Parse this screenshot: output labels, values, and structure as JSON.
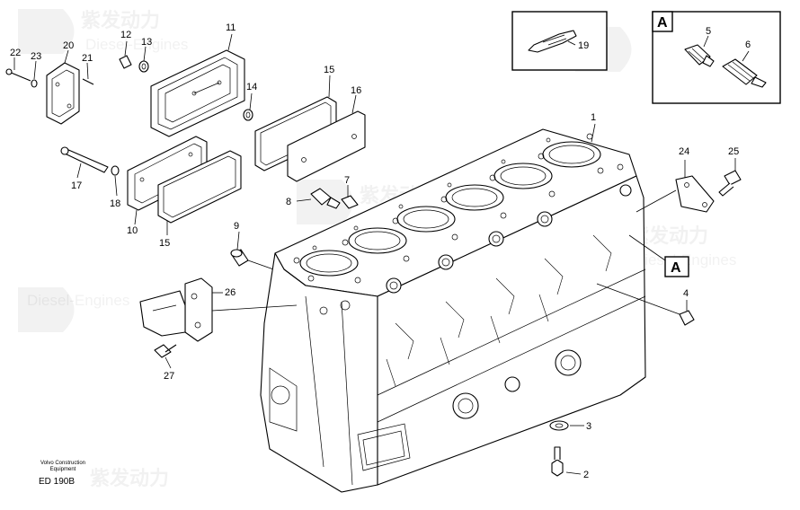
{
  "watermark": {
    "brand_cn": "紫发动力",
    "brand_en": "Diesel-Engines"
  },
  "callouts": {
    "c1": "1",
    "c2": "2",
    "c3": "3",
    "c4": "4",
    "c5": "5",
    "c6": "6",
    "c7": "7",
    "c8": "8",
    "c9": "9",
    "c10": "10",
    "c11": "11",
    "c12": "12",
    "c13": "13",
    "c14": "14",
    "c15a": "15",
    "c15b": "15",
    "c16": "16",
    "c17": "17",
    "c18": "18",
    "c19": "19",
    "c20": "20",
    "c21": "21",
    "c22": "22",
    "c23": "23",
    "c24": "24",
    "c25": "25",
    "c26": "26",
    "c27": "27"
  },
  "view_refs": {
    "detail_box": "A",
    "block_ref": "A"
  },
  "footer": {
    "maker_line1": "Volvo Construction",
    "maker_line2": "Equipment",
    "drawing_code": "ED 190B"
  }
}
